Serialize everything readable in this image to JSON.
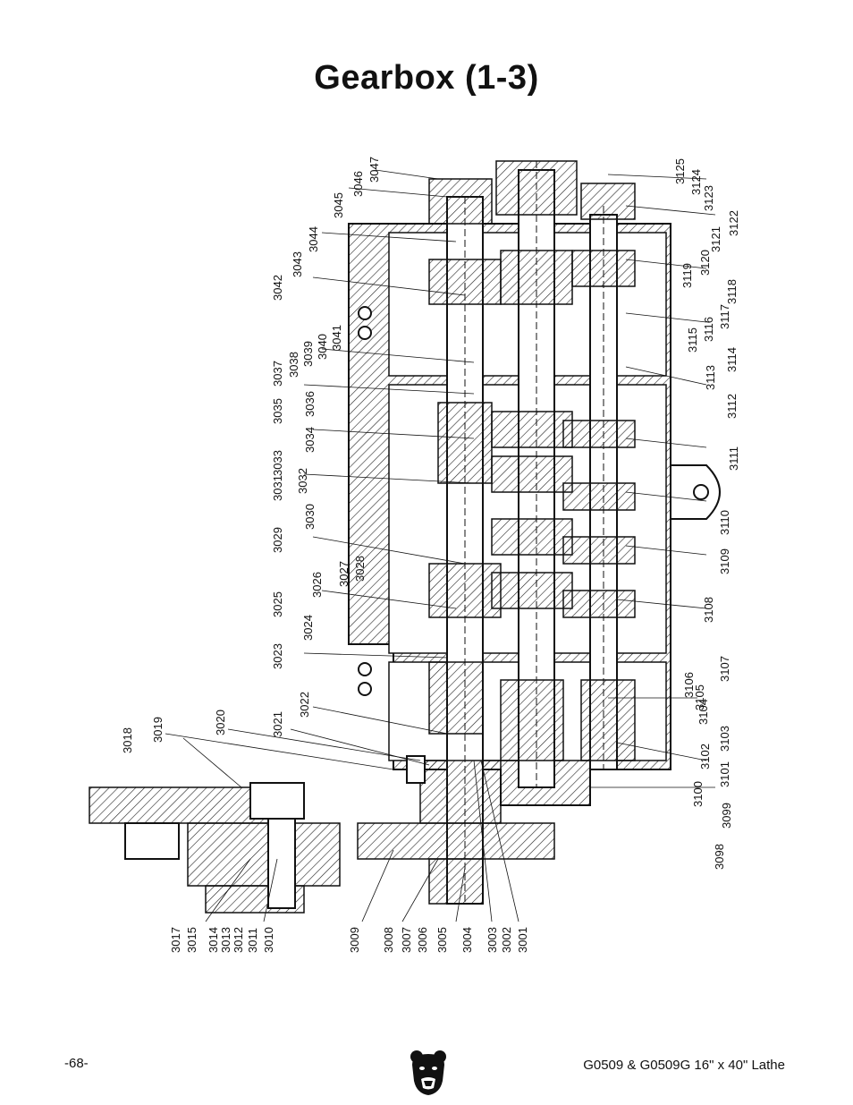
{
  "page": {
    "title": "Gearbox (1-3)",
    "page_number": "-68-",
    "manual_title": "G0509 & G0509G 16\" x 40\" Lathe"
  },
  "part_labels": {
    "left_group": [
      "3017",
      "3015",
      "3014",
      "3013",
      "3012",
      "3011",
      "3010"
    ],
    "center_bottom": [
      "3009",
      "3008",
      "3007",
      "3006",
      "3005",
      "3004",
      "3003",
      "3002",
      "3001"
    ],
    "upper_left": [
      "3018",
      "3019",
      "3020",
      "3021",
      "3022"
    ],
    "shaft_left": [
      "3023",
      "3024",
      "3025",
      "3026",
      "3027",
      "3028",
      "3029",
      "3030",
      "3031",
      "3032",
      "3033",
      "3034",
      "3035",
      "3036",
      "3037",
      "3038",
      "3039",
      "3040",
      "3041",
      "3042",
      "3043",
      "3044",
      "3045",
      "3046",
      "3047"
    ],
    "right_side": [
      "3098",
      "3099",
      "3100",
      "3101",
      "3102",
      "3103",
      "3104",
      "3105",
      "3106",
      "3107",
      "3108",
      "3109",
      "3110",
      "3111",
      "3112",
      "3113",
      "3114",
      "3115",
      "3116",
      "3117",
      "3118",
      "3119",
      "3120",
      "3121",
      "3122",
      "3123",
      "3124",
      "3125"
    ]
  }
}
